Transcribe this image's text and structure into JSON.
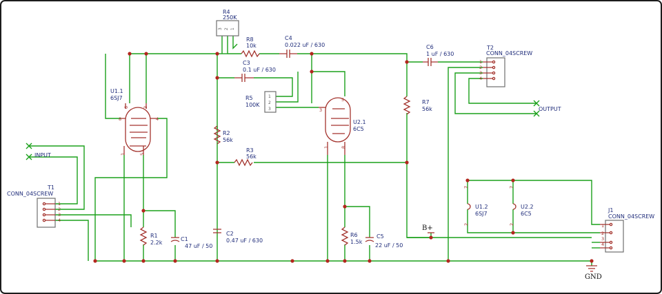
{
  "components": {
    "R4": {
      "ref": "R4",
      "value": "250K",
      "pins": [
        "3",
        "2",
        "1"
      ]
    },
    "R8": {
      "ref": "R8",
      "value": "10k"
    },
    "C4": {
      "ref": "C4",
      "value": "0.022 uF / 630"
    },
    "C6": {
      "ref": "C6",
      "value": "1 uF / 630"
    },
    "T2": {
      "ref": "T2",
      "value": "CONN_04SCREW",
      "pins": [
        "1",
        "2",
        "3",
        "4"
      ]
    },
    "C3": {
      "ref": "C3",
      "value": "0.1 uF / 630"
    },
    "R5": {
      "ref": "R5",
      "value": "100K",
      "pins": [
        "1",
        "2",
        "3"
      ]
    },
    "U1_1": {
      "ref": "U1.1",
      "value": "6SJ7",
      "pins": [
        "6",
        "3",
        "8",
        "4",
        "1",
        "5"
      ]
    },
    "U2_1": {
      "ref": "U2.1",
      "value": "6C5",
      "pins": [
        "5",
        "3",
        "1",
        "8"
      ]
    },
    "R2": {
      "ref": "R2",
      "value": "56k"
    },
    "R3": {
      "ref": "R3",
      "value": "56k"
    },
    "R7": {
      "ref": "R7",
      "value": "56k"
    },
    "T1": {
      "ref": "T1",
      "value": "CONN_04SCREW",
      "pins": [
        "1",
        "2",
        "3",
        "4"
      ]
    },
    "R1": {
      "ref": "R1",
      "value": "2.2k"
    },
    "C1": {
      "ref": "C1",
      "value": "47 uF / 50"
    },
    "C2": {
      "ref": "C2",
      "value": "0.47 uF / 630"
    },
    "R6": {
      "ref": "R6",
      "value": "1.5k"
    },
    "C5": {
      "ref": "C5",
      "value": "22 uF / 50"
    },
    "U1_2": {
      "ref": "U1.2",
      "value": "6SJ7",
      "pins": [
        "7",
        "2"
      ]
    },
    "U2_2": {
      "ref": "U2.2",
      "value": "6C5",
      "pins": [
        "7",
        "2"
      ]
    },
    "J1": {
      "ref": "J1",
      "value": "CONN_04SCREW",
      "pins": [
        "1",
        "2",
        "3",
        "4"
      ]
    }
  },
  "nets": {
    "input": "INPUT",
    "output": "OUTPUT",
    "b_plus": "B+",
    "gnd": "GND"
  },
  "colors": {
    "wire": "#1aa01a",
    "symbol": "#a3322c",
    "junction": "#b3261e",
    "label": "#1f2c7a",
    "frame": "#1c1c1c"
  }
}
